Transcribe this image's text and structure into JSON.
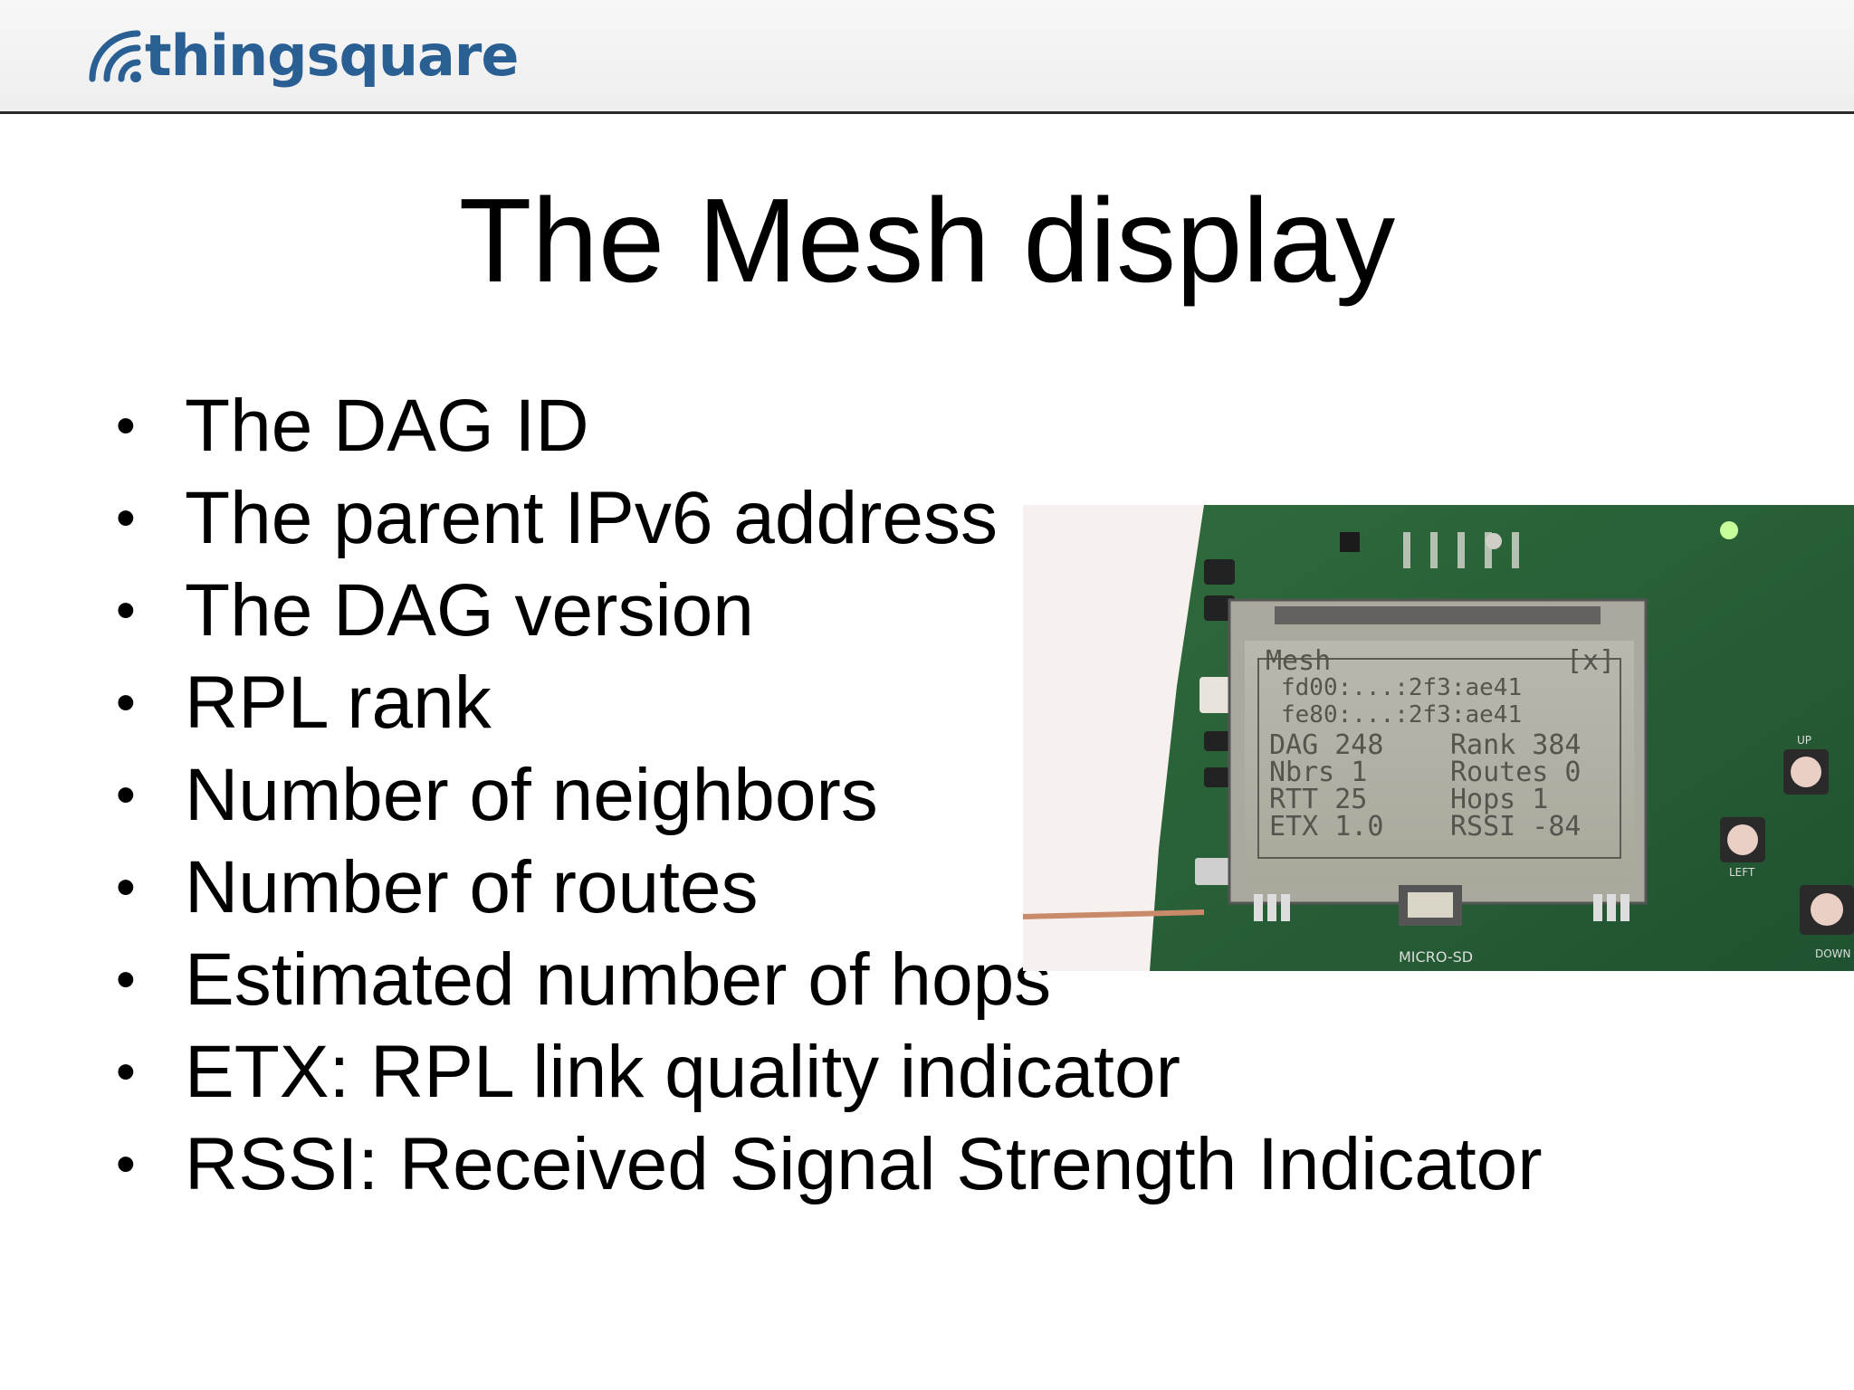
{
  "header": {
    "logo_text": "thingsquare",
    "brand_color": "#2a5f94"
  },
  "slide": {
    "title": "The Mesh display",
    "bullets": [
      "The DAG ID",
      "The parent IPv6 address",
      "The DAG version",
      "RPL rank",
      "Number of neighbors",
      "Number of routes",
      "Estimated number of hops",
      "ETX: RPL link quality indicator",
      "RSSI: Received Signal Strength Indicator"
    ]
  },
  "photo": {
    "lcd": {
      "header_left": "Mesh",
      "header_right": "[x]",
      "addr1": "fd00:...:2f3:ae41",
      "addr2": "fe80:...:2f3:ae41",
      "dag": "DAG 248",
      "rank": "Rank 384",
      "nbrs": "Nbrs 1",
      "routes": "Routes 0",
      "rtt": "RTT 25",
      "hops": "Hops 1",
      "etx": "ETX 1.0",
      "rssi": "RSSI -84"
    },
    "silkscreen": {
      "sd_label": "MICRO-SD",
      "up_label": "UP",
      "left_label": "LEFT",
      "down_label": "DOWN"
    }
  }
}
